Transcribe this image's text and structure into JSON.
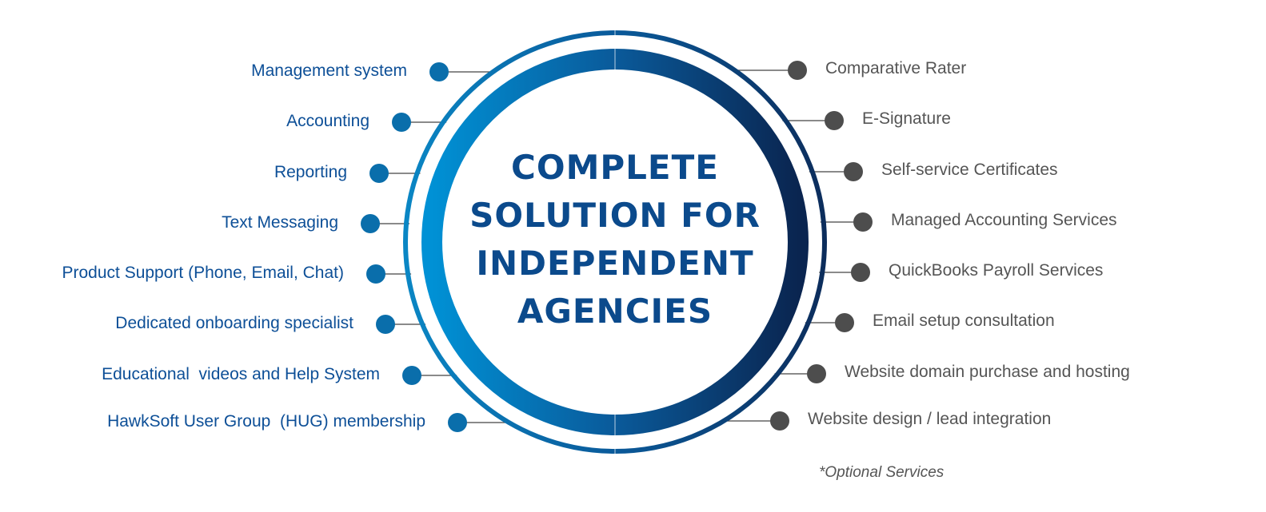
{
  "center_title": [
    "COMPLETE",
    "SOLUTION FOR",
    "INDEPENDENT",
    "AGENCIES"
  ],
  "left_items": [
    "Management system",
    "Accounting",
    "Reporting",
    "Text Messaging",
    "Product Support (Phone, Email, Chat)",
    "Dedicated onboarding specialist",
    "Educational  videos and Help System",
    "HawkSoft User Group  (HUG) membership"
  ],
  "right_items": [
    "Comparative Rater",
    "E-Signature",
    "Self-service Certificates",
    "Managed Accounting Services",
    "QuickBooks Payroll Services",
    "Email setup consultation",
    "Website domain purchase and hosting",
    "Website design / lead integration"
  ],
  "footnote": "*Optional Services",
  "colors": {
    "title_blue": "#0b4a8c",
    "left_text": "#0d4f97",
    "left_dot": "#0a6eab",
    "right_text": "#555555",
    "right_dot": "#4d4d4d",
    "ring_light": "#0091d5",
    "ring_dark": "#0a2550",
    "connector": "#444444"
  }
}
